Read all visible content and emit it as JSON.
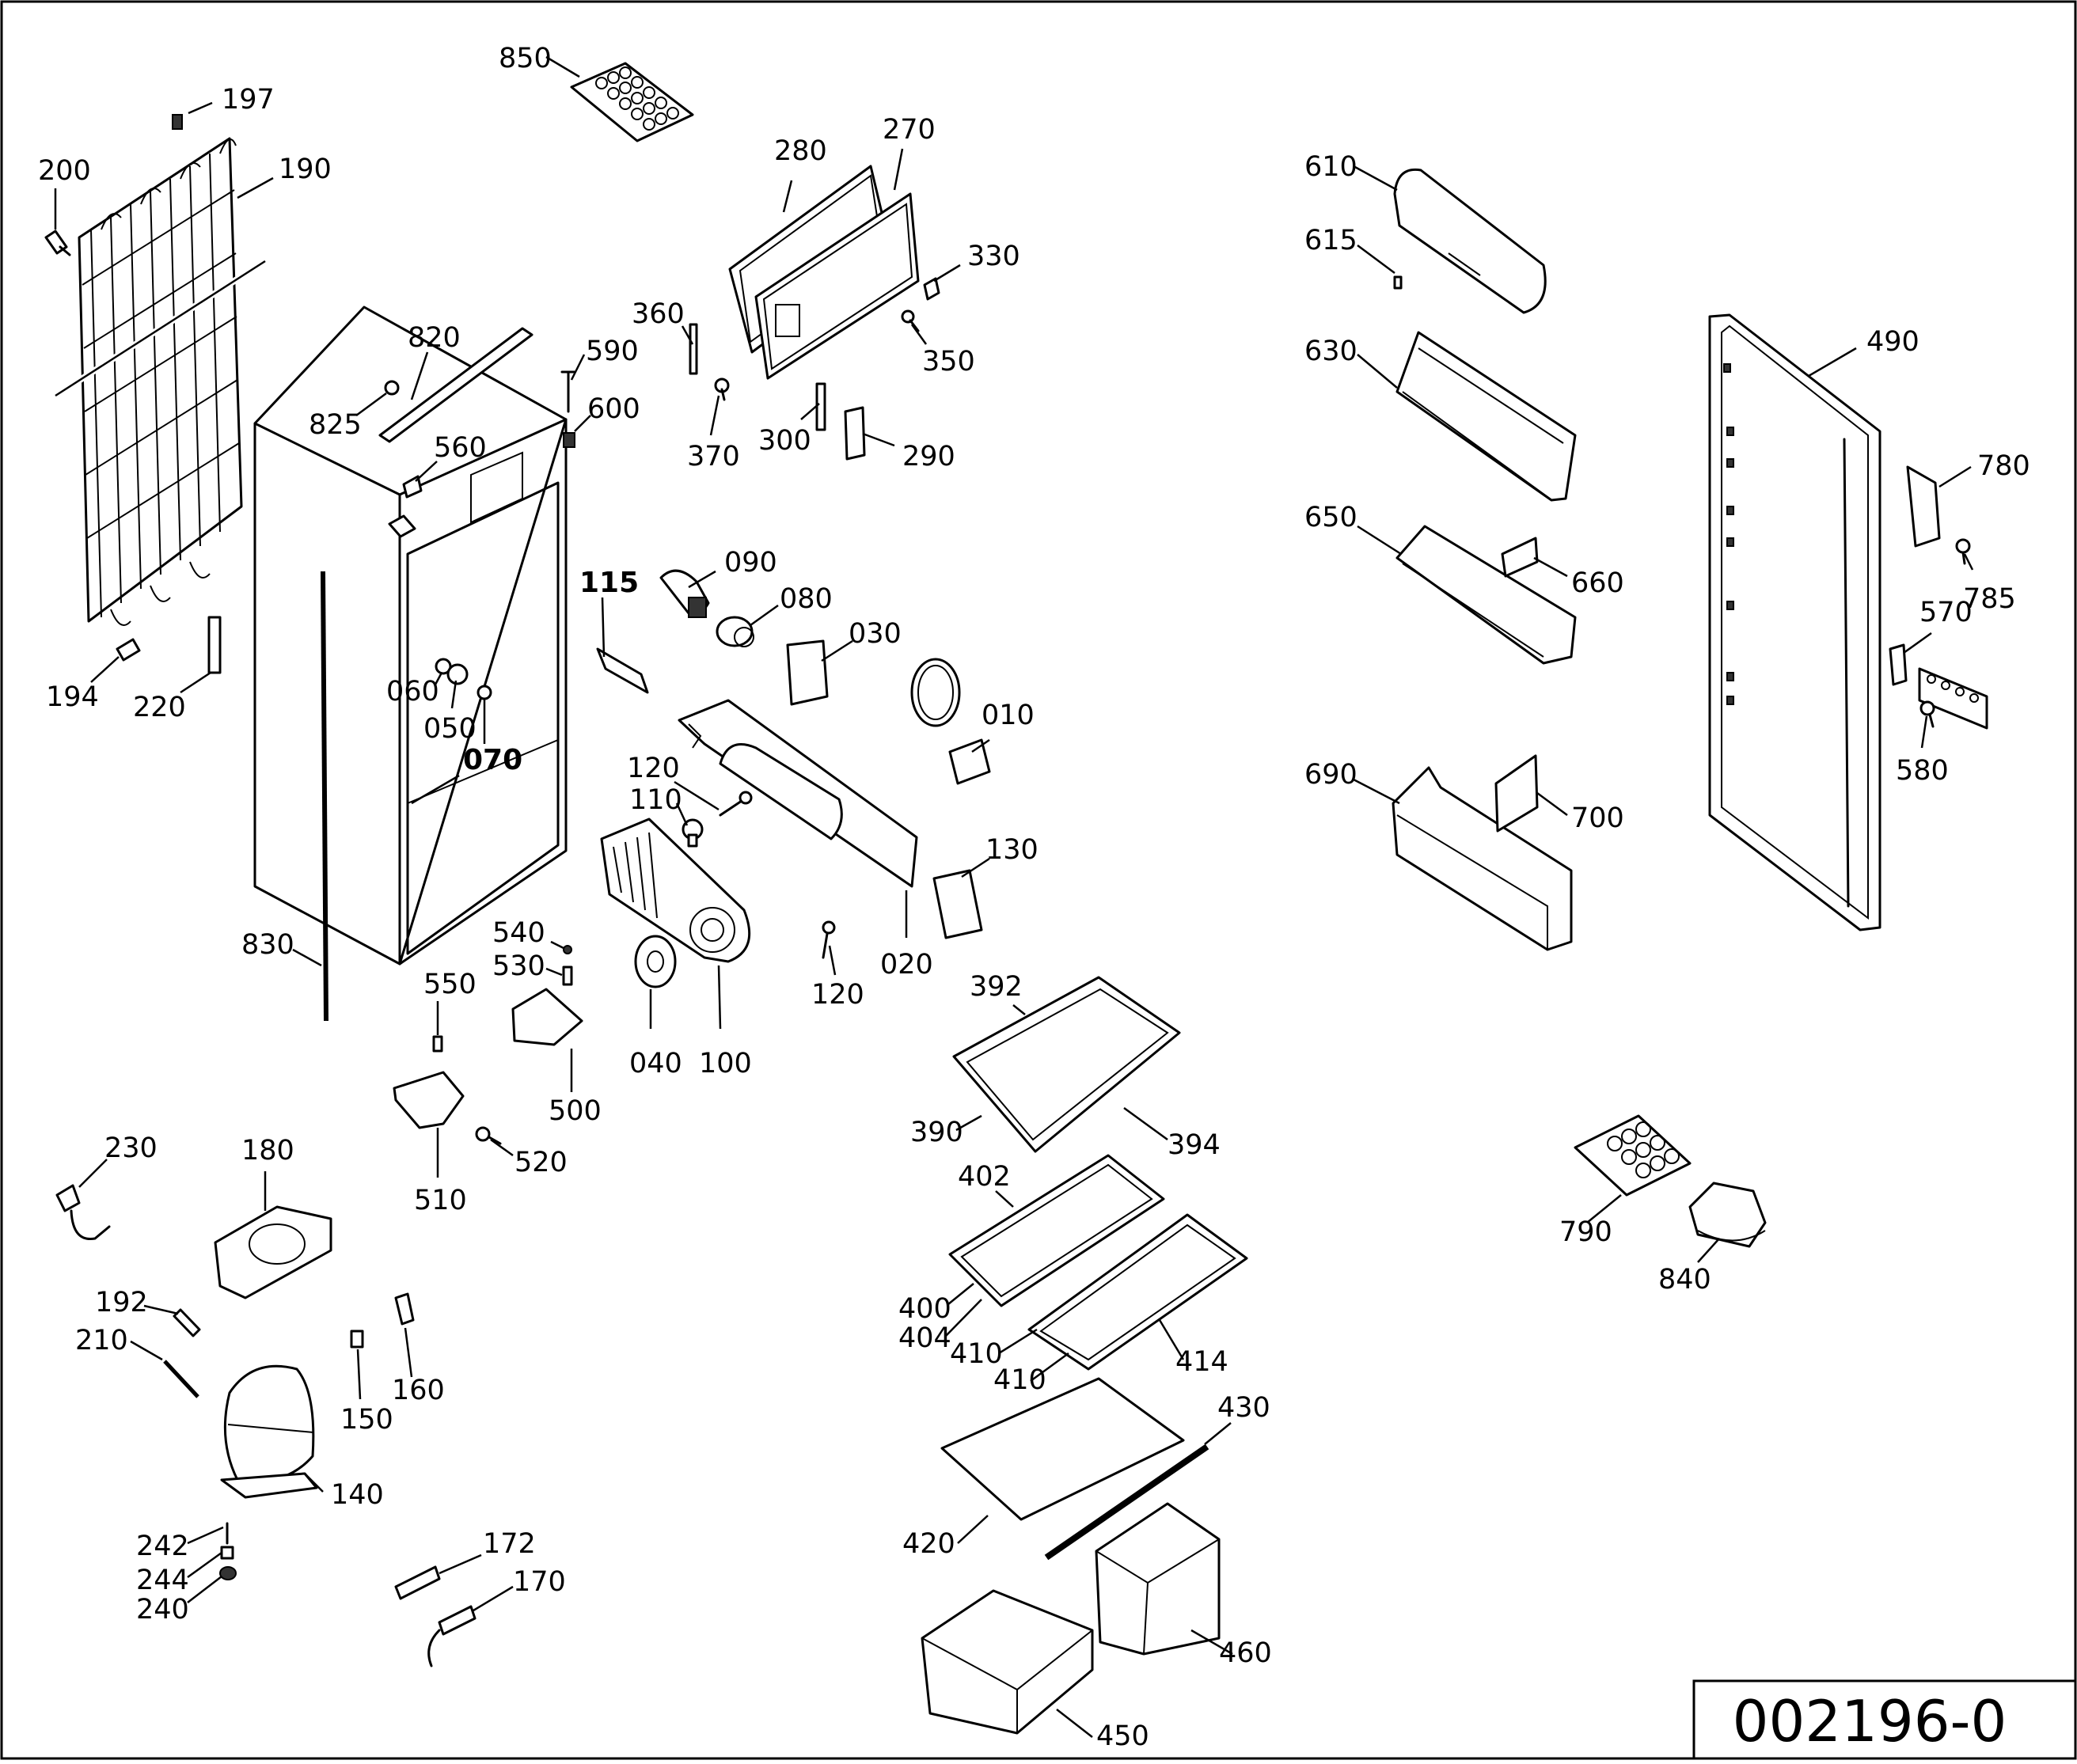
{
  "diagram": {
    "reference_code": "002196-0",
    "labels": [
      {
        "id": "850"
      },
      {
        "id": "197"
      },
      {
        "id": "200"
      },
      {
        "id": "190"
      },
      {
        "id": "280"
      },
      {
        "id": "270"
      },
      {
        "id": "330"
      },
      {
        "id": "350"
      },
      {
        "id": "360"
      },
      {
        "id": "370"
      },
      {
        "id": "300"
      },
      {
        "id": "290"
      },
      {
        "id": "820"
      },
      {
        "id": "590"
      },
      {
        "id": "825"
      },
      {
        "id": "600"
      },
      {
        "id": "560"
      },
      {
        "id": "115"
      },
      {
        "id": "090"
      },
      {
        "id": "080"
      },
      {
        "id": "030"
      },
      {
        "id": "010"
      },
      {
        "id": "060"
      },
      {
        "id": "050"
      },
      {
        "id": "070"
      },
      {
        "id": "194"
      },
      {
        "id": "220"
      },
      {
        "id": "120"
      },
      {
        "id": "110"
      },
      {
        "id": "130"
      },
      {
        "id": "020"
      },
      {
        "id": "040"
      },
      {
        "id": "100"
      },
      {
        "id": "540"
      },
      {
        "id": "530"
      },
      {
        "id": "500"
      },
      {
        "id": "550"
      },
      {
        "id": "830"
      },
      {
        "id": "510"
      },
      {
        "id": "520"
      },
      {
        "id": "230"
      },
      {
        "id": "180"
      },
      {
        "id": "192"
      },
      {
        "id": "210"
      },
      {
        "id": "150"
      },
      {
        "id": "160"
      },
      {
        "id": "140"
      },
      {
        "id": "242"
      },
      {
        "id": "244"
      },
      {
        "id": "240"
      },
      {
        "id": "172"
      },
      {
        "id": "170"
      },
      {
        "id": "392"
      },
      {
        "id": "390"
      },
      {
        "id": "394"
      },
      {
        "id": "402"
      },
      {
        "id": "400"
      },
      {
        "id": "404"
      },
      {
        "id": "410"
      },
      {
        "id": "414"
      },
      {
        "id": "430"
      },
      {
        "id": "420"
      },
      {
        "id": "460"
      },
      {
        "id": "450"
      },
      {
        "id": "610"
      },
      {
        "id": "615"
      },
      {
        "id": "630"
      },
      {
        "id": "650"
      },
      {
        "id": "660"
      },
      {
        "id": "690"
      },
      {
        "id": "700"
      },
      {
        "id": "490"
      },
      {
        "id": "780"
      },
      {
        "id": "785"
      },
      {
        "id": "570"
      },
      {
        "id": "580"
      },
      {
        "id": "790"
      },
      {
        "id": "840"
      }
    ]
  }
}
